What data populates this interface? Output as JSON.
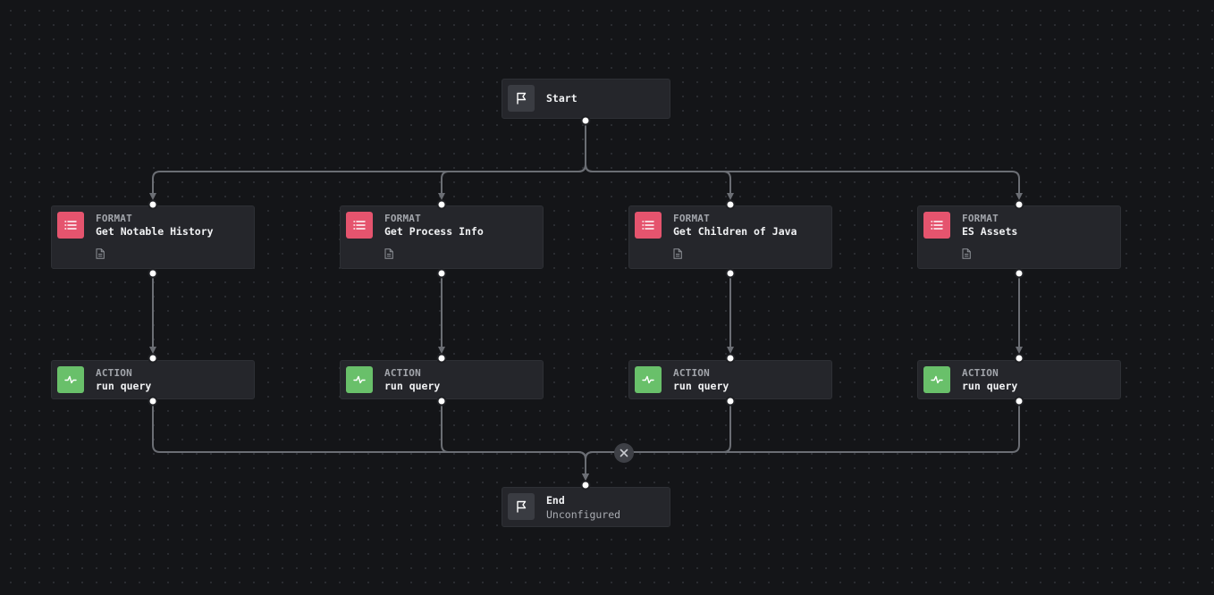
{
  "start": {
    "title": "Start",
    "icon": "flag-icon"
  },
  "end": {
    "title": "End",
    "subtitle": "Unconfigured",
    "icon": "flag-icon"
  },
  "format_nodes": [
    {
      "kind": "FORMAT",
      "title": "Get Notable History",
      "icon": "list-icon",
      "meta_icon": "document-icon"
    },
    {
      "kind": "FORMAT",
      "title": "Get Process Info",
      "icon": "list-icon",
      "meta_icon": "document-icon"
    },
    {
      "kind": "FORMAT",
      "title": "Get Children of Java",
      "icon": "list-icon",
      "meta_icon": "document-icon"
    },
    {
      "kind": "FORMAT",
      "title": "ES Assets",
      "icon": "list-icon",
      "meta_icon": "document-icon"
    }
  ],
  "action_nodes": [
    {
      "kind": "ACTION",
      "title": "run query",
      "icon": "activity-icon"
    },
    {
      "kind": "ACTION",
      "title": "run query",
      "icon": "activity-icon"
    },
    {
      "kind": "ACTION",
      "title": "run query",
      "icon": "activity-icon"
    },
    {
      "kind": "ACTION",
      "title": "run query",
      "icon": "activity-icon"
    }
  ],
  "delete_edge_icon": "close-icon",
  "colors": {
    "format_accent": "#e5546e",
    "action_accent": "#69c06a",
    "node_bg": "#25262b",
    "canvas_bg": "#141518",
    "edge": "#6b6e74"
  }
}
